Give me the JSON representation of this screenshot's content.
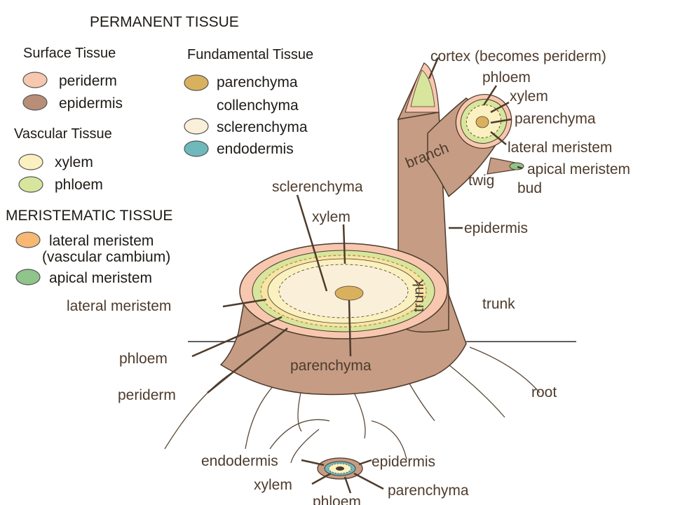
{
  "legend": {
    "title": "PERMANENT TISSUE",
    "surface": {
      "heading": "Surface Tissue",
      "items": [
        {
          "label": "periderm",
          "color": "#f7c7b0"
        },
        {
          "label": "epidermis",
          "color": "#b88e78"
        }
      ]
    },
    "fundamental": {
      "heading": "Fundamental Tissue",
      "items": [
        {
          "label": "parenchyma",
          "color": "#d9b15e"
        },
        {
          "label": "collenchyma",
          "color": null
        },
        {
          "label": "sclerenchyma",
          "color": "#faefd8"
        },
        {
          "label": "endodermis",
          "color": "#6fb9bd"
        }
      ]
    },
    "vascular": {
      "heading": "Vascular Tissue",
      "items": [
        {
          "label": "xylem",
          "color": "#fbf1c0"
        },
        {
          "label": "phloem",
          "color": "#d7e69c"
        }
      ]
    },
    "meristematic": {
      "title": "MERISTEMATIC TISSUE",
      "lateral_label": "lateral meristem",
      "lateral_sub": "(vascular cambium)",
      "lateral_color": "#f6b873",
      "apical_label": "apical meristem",
      "apical_color": "#8fc48a"
    }
  },
  "labels": {
    "cortex": "cortex (becomes periderm)",
    "branch_phloem": "phloem",
    "branch_xylem": "xylem",
    "branch_parenchyma": "parenchyma",
    "branch_lateral_meristem": "lateral meristem",
    "apical_meristem": "apical meristem",
    "twig": "twig",
    "bud": "bud",
    "branch": "branch",
    "trunk_vertical": "trunk",
    "epidermis": "epidermis",
    "trunk": "trunk",
    "root": "root",
    "sclerenchyma": "sclerenchyma",
    "xylem": "xylem",
    "lateral_meristem": "lateral meristem",
    "phloem": "phloem",
    "periderm": "periderm",
    "parenchyma": "parenchyma",
    "root_endodermis": "endodermis",
    "root_epidermis": "epidermis",
    "root_xylem": "xylem",
    "root_parenchyma": "parenchyma",
    "root_phloem": "phloem"
  },
  "colors": {
    "bark": "#c69c84",
    "bark_dark": "#9c7660",
    "line": "#4e3b2c",
    "ground": "#2b2b2b"
  }
}
